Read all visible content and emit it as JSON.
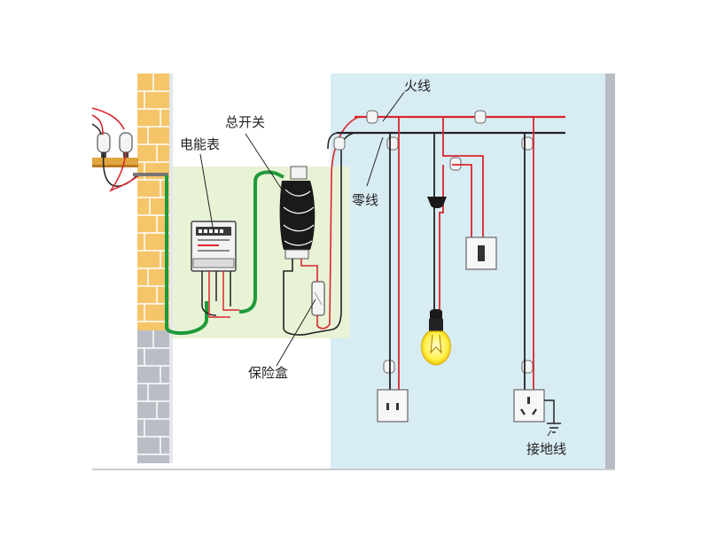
{
  "labels": {
    "live_wire": "火线",
    "neutral_wire": "零线",
    "main_switch": "总开关",
    "energy_meter": "电能表",
    "fuse_box": "保险盒",
    "ground_wire": "接地线"
  },
  "colors": {
    "live": "#d9262c",
    "neutral": "#222222",
    "green_wire": "#1f9a3a",
    "room_bg": "#d8ecf4",
    "wall_brick": "#f5c56a",
    "wall_gray": "#b9bec6",
    "panel_bg": "#e8f3d6",
    "bulb": "#fff04a"
  }
}
